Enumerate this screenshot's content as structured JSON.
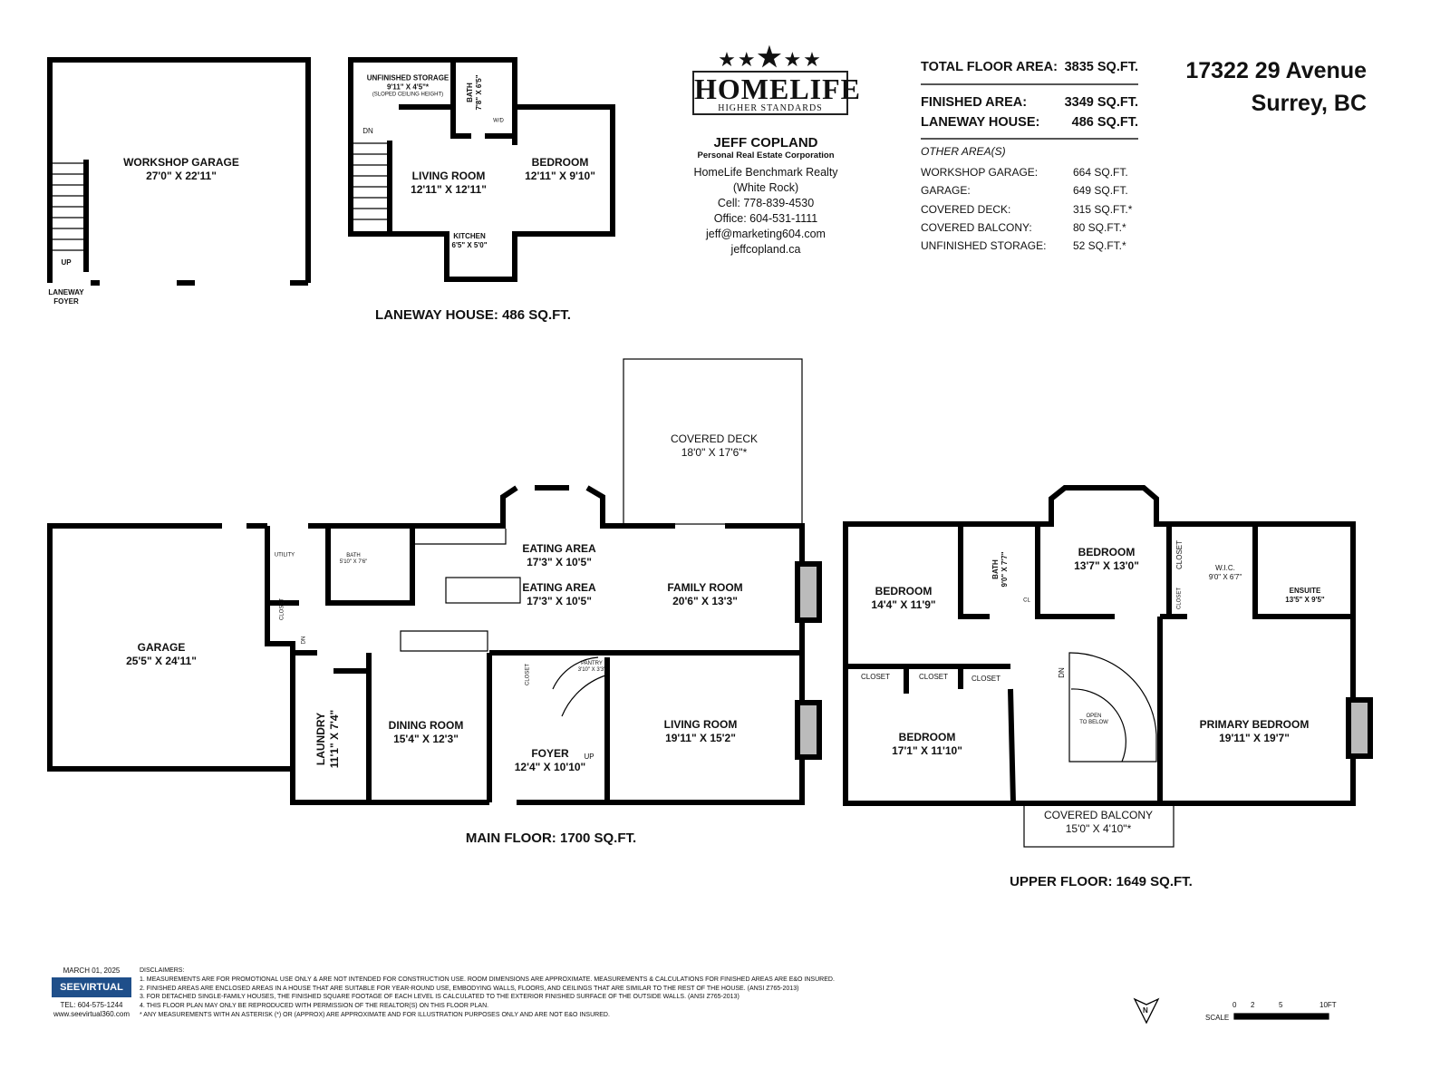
{
  "address": {
    "line1": "17322 29 Avenue",
    "line2": "Surrey, BC"
  },
  "logo": {
    "brand": "HOMELIFE",
    "tagline": "HIGHER STANDARDS"
  },
  "agent": {
    "name": "JEFF COPLAND",
    "corp": "Personal Real Estate Corporation",
    "brokerage": "HomeLife Benchmark Realty",
    "location": "(White Rock)",
    "cell": "Cell: 778-839-4530",
    "office": "Office: 604-531-1111",
    "email": "jeff@marketing604.com",
    "website": "jeffcopland.ca"
  },
  "areas": {
    "total": {
      "label": "TOTAL FLOOR AREA:",
      "value": "3835 SQ.FT."
    },
    "finished": {
      "label": "FINISHED AREA:",
      "value": "3349 SQ.FT."
    },
    "laneway": {
      "label": "LANEWAY HOUSE:",
      "value": "486 SQ.FT."
    },
    "other_title": "OTHER AREA(S)",
    "other": [
      {
        "label": "WORKSHOP GARAGE:",
        "value": "664 SQ.FT."
      },
      {
        "label": "GARAGE:",
        "value": "649 SQ.FT."
      },
      {
        "label": "COVERED DECK:",
        "value": "315 SQ.FT.*"
      },
      {
        "label": "COVERED BALCONY:",
        "value": "80 SQ.FT.*"
      },
      {
        "label": "UNFINISHED STORAGE:",
        "value": "52 SQ.FT.*"
      }
    ]
  },
  "workshop": {
    "room": {
      "name": "WORKSHOP GARAGE",
      "dims": "27'0\" X 22'11\""
    },
    "foyer1": "LANEWAY",
    "foyer2": "FOYER",
    "up": "UP"
  },
  "laneway_house": {
    "caption": "LANEWAY HOUSE: 486 SQ.FT.",
    "dn": "DN",
    "storage": {
      "name": "UNFINISHED STORAGE",
      "dims": "9'11\" X 4'5\"*",
      "note": "(SLOPED CEILING HEIGHT)"
    },
    "bath": {
      "name": "BATH",
      "dims": "7'8\" X 6'5\""
    },
    "wd": "W/D",
    "living": {
      "name": "LIVING ROOM",
      "dims": "12'11\" X 12'11\""
    },
    "bedroom": {
      "name": "BEDROOM",
      "dims": "12'11\" X 9'10\""
    },
    "kitchen": {
      "name": "KITCHEN",
      "dims": "6'5\" X 5'0\""
    }
  },
  "main_floor": {
    "caption": "MAIN FLOOR: 1700 SQ.FT.",
    "garage": {
      "name": "GARAGE",
      "dims": "25'5\" X 24'11\""
    },
    "utility": "UTILITY",
    "closet": "CLOSET",
    "dn": "DN",
    "bath": {
      "name": "BATH",
      "dims": "5'10\" X 7'6\""
    },
    "eating1": {
      "name": "EATING AREA",
      "dims": "17'3\" X 10'5\""
    },
    "eating2": {
      "name": "EATING AREA",
      "dims": "17'3\" X 10'5\""
    },
    "family": {
      "name": "FAMILY ROOM",
      "dims": "20'6\" X 13'3\""
    },
    "deck": {
      "name": "COVERED DECK",
      "dims": "18'0\" X 17'6\"*"
    },
    "laundry": {
      "name": "LAUNDRY",
      "dims": "11'1\" X 7'4\""
    },
    "dining": {
      "name": "DINING ROOM",
      "dims": "15'4\" X 12'3\""
    },
    "foyer": {
      "name": "FOYER",
      "dims": "12'4\" X 10'10\""
    },
    "up": "UP",
    "foyer_closet": "CLOSET",
    "pantry": {
      "name": "PANTRY",
      "dims": "3'10\" X 3'3\""
    },
    "living": {
      "name": "LIVING ROOM",
      "dims": "19'11\" X 15'2\""
    }
  },
  "upper_floor": {
    "caption": "UPPER FLOOR: 1649 SQ.FT.",
    "bed1": {
      "name": "BEDROOM",
      "dims": "14'4\" X 11'9\""
    },
    "bath": {
      "name": "BATH",
      "dims": "9'0\" X 7'7\""
    },
    "cl": "CL",
    "bed2": {
      "name": "BEDROOM",
      "dims": "13'7\" X 13'0\""
    },
    "closet_a": "CLOSET",
    "closet_b": "CLOSET",
    "wic": {
      "name": "W.I.C.",
      "dims": "9'0\" X 6'7\""
    },
    "ensuite": {
      "name": "ENSUITE",
      "dims": "13'5\" X 9'5\""
    },
    "closet1": "CLOSET",
    "closet2": "CLOSET",
    "closet3": "CLOSET",
    "dn": "DN",
    "open1": "OPEN",
    "open2": "TO BELOW",
    "bed3": {
      "name": "BEDROOM",
      "dims": "17'1\" X 11'10\""
    },
    "primary": {
      "name": "PRIMARY BEDROOM",
      "dims": "19'11\" X 19'7\""
    },
    "balcony": {
      "name": "COVERED BALCONY",
      "dims": "15'0\" X 4'10\"*"
    }
  },
  "footer": {
    "date": "MARCH 01, 2025",
    "company": "SEEVIRTUAL",
    "tel": "TEL: 604-575-1244",
    "web": "www.seevirtual360.com",
    "disclaimers_title": "DISCLAIMERS:",
    "disclaimers": [
      "1. MEASUREMENTS ARE FOR PROMOTIONAL USE ONLY & ARE NOT INTENDED FOR CONSTRUCTION USE. ROOM DIMENSIONS ARE APPROXIMATE. MEASUREMENTS & CALCULATIONS FOR FINISHED AREAS ARE E&O INSURED.",
      "2. FINISHED AREAS ARE ENCLOSED AREAS IN A HOUSE THAT ARE SUITABLE FOR YEAR-ROUND USE, EMBODYING WALLS, FLOORS, AND CEILINGS THAT ARE SIMILAR TO THE REST OF THE HOUSE. (ANSI Z765-2013)",
      "3. FOR DETACHED SINGLE-FAMILY HOUSES, THE FINISHED SQUARE FOOTAGE OF EACH LEVEL IS CALCULATED TO THE EXTERIOR FINISHED SURFACE OF THE OUTSIDE WALLS. (ANSI Z765-2013)",
      "4. THIS FLOOR PLAN MAY ONLY BE REPRODUCED WITH PERMISSION OF THE REALTOR(S) ON THIS FLOOR PLAN.",
      "* ANY MEASUREMENTS WITH AN ASTERISK (*) OR (APPROX) ARE APPROXIMATE AND FOR ILLUSTRATION PURPOSES ONLY AND ARE NOT E&O INSURED."
    ],
    "north": "N",
    "scale_label": "SCALE",
    "scale_ticks": [
      "0",
      "2",
      "5",
      "10FT"
    ]
  }
}
